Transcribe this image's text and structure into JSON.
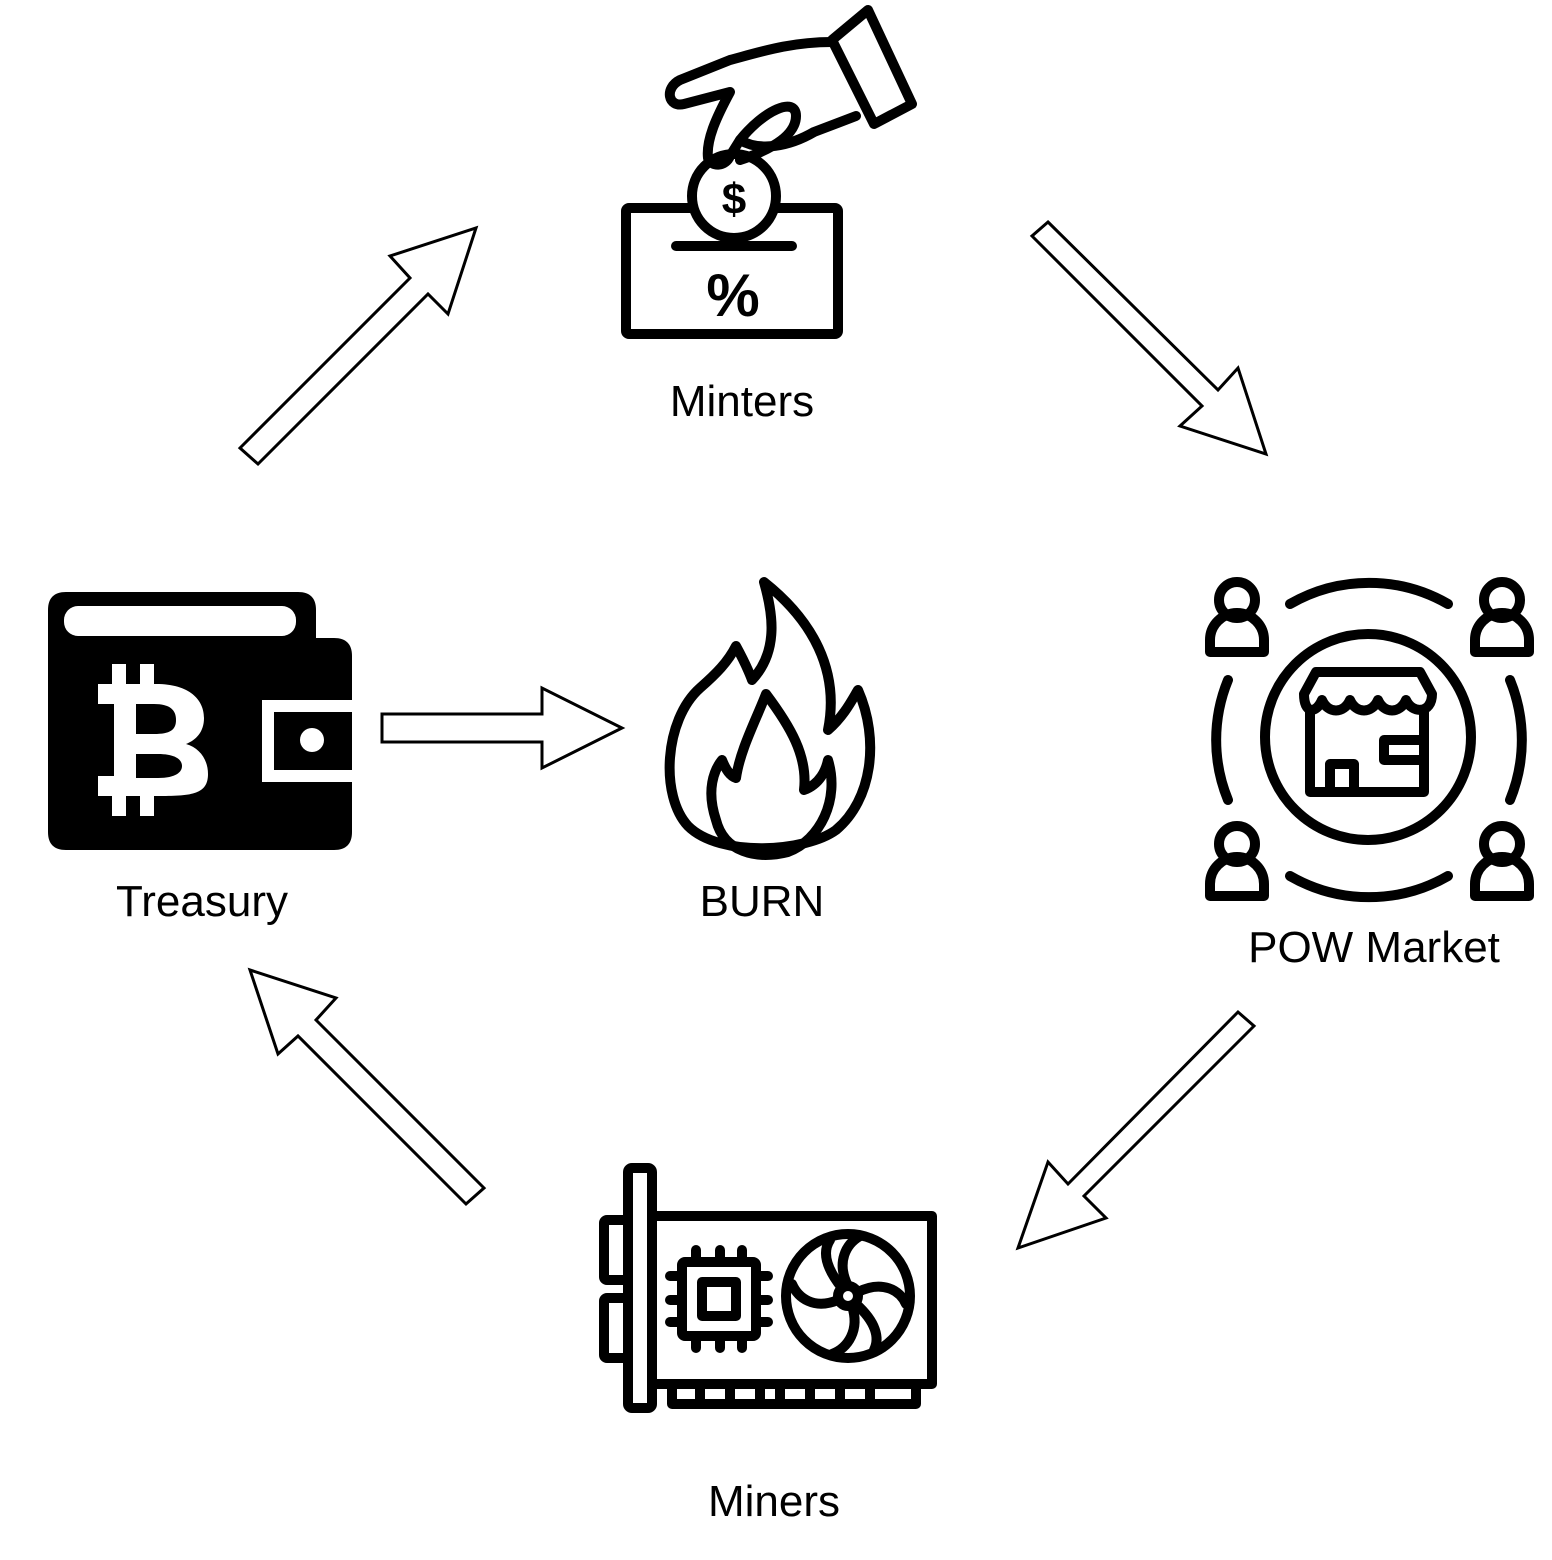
{
  "nodes": {
    "minters": {
      "label": "Minters",
      "icon": "hand-coin-deposit-icon"
    },
    "pow_market": {
      "label": "POW Market",
      "icon": "marketplace-people-icon"
    },
    "miners": {
      "label": "Miners",
      "icon": "gpu-card-icon"
    },
    "treasury": {
      "label": "Treasury",
      "icon": "bitcoin-wallet-icon"
    },
    "burn": {
      "label": "BURN",
      "icon": "flame-icon"
    }
  },
  "icon_glyphs": {
    "dollar": "$",
    "percent": "%"
  },
  "edges": [
    {
      "from": "Treasury",
      "to": "Minters"
    },
    {
      "from": "Minters",
      "to": "POW Market"
    },
    {
      "from": "POW Market",
      "to": "Miners"
    },
    {
      "from": "Miners",
      "to": "Treasury"
    },
    {
      "from": "Treasury",
      "to": "BURN"
    }
  ],
  "colors": {
    "stroke": "#000000",
    "background": "#ffffff"
  }
}
